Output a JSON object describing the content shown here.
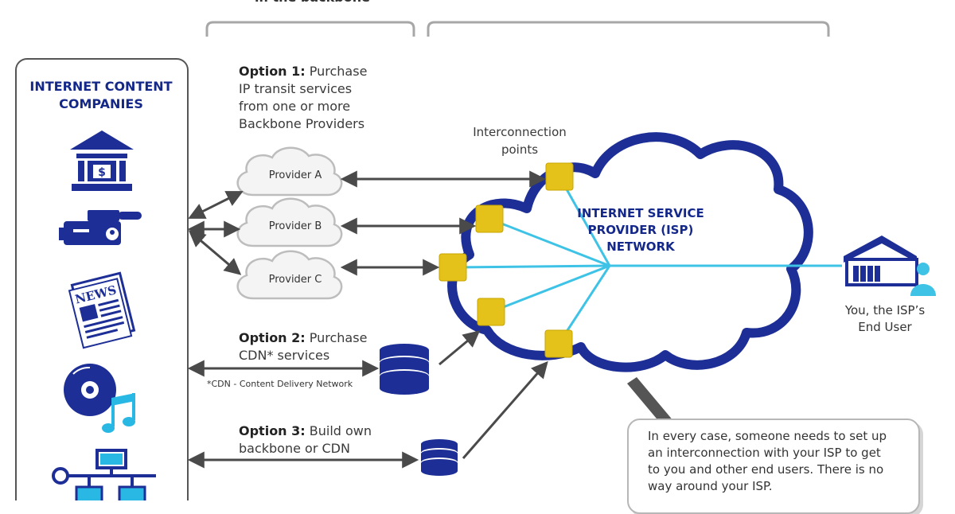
{
  "header": {
    "left_caption": "in the backbone"
  },
  "companies": {
    "title_line1": "INTERNET CONTENT",
    "title_line2": "COMPANIES",
    "icons": [
      "bank-icon",
      "video-camera-icon",
      "newspaper-icon",
      "music-cd-icon",
      "network-icon"
    ]
  },
  "option1": {
    "label": "Option 1:",
    "line1": " Purchase",
    "line2": "IP transit services",
    "line3": "from one or more",
    "line4": "Backbone Providers"
  },
  "providers": [
    "Provider A",
    "Provider B",
    "Provider C"
  ],
  "interconnection": {
    "line1": "Interconnection",
    "line2": "points"
  },
  "isp": {
    "line1": "INTERNET SERVICE",
    "line2": "PROVIDER (ISP)",
    "line3": "NETWORK"
  },
  "option2": {
    "label": "Option 2:",
    "line1": " Purchase",
    "line2": "CDN* services",
    "footnote": "*CDN - Content Delivery Network"
  },
  "option3": {
    "label": "Option 3:",
    "line1": " Build own",
    "line2": "backbone or CDN"
  },
  "end_user": {
    "line1": "You, the ISP’s",
    "line2": "End User"
  },
  "note": {
    "line1": "In every case, someone needs to set up",
    "line2": "an interconnection with your ISP to get",
    "line3": "to you and other end users. There is no",
    "line4": "way around your ISP."
  },
  "colors": {
    "navy": "#14288a",
    "cyan": "#3ec3e6",
    "gold": "#e4c21a",
    "gray": "#9d9d9d",
    "arrow": "#4a4a4a"
  }
}
